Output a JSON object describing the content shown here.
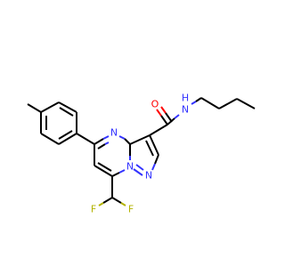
{
  "molecule": {
    "atom_labels": {
      "amide_oxygen": "O",
      "amide_nh": "N",
      "amide_h": "H",
      "ring_n_pyrimidine": "N",
      "ring_n_bridge": "N",
      "ring_n_pyrazole": "N",
      "fluorine_left": "F",
      "fluorine_right": "F"
    },
    "colors": {
      "carbon_bond": "#000000",
      "nitrogen": "#3333ff",
      "oxygen": "#ff0000",
      "fluorine": "#b3b300",
      "background": "#ffffff"
    }
  }
}
